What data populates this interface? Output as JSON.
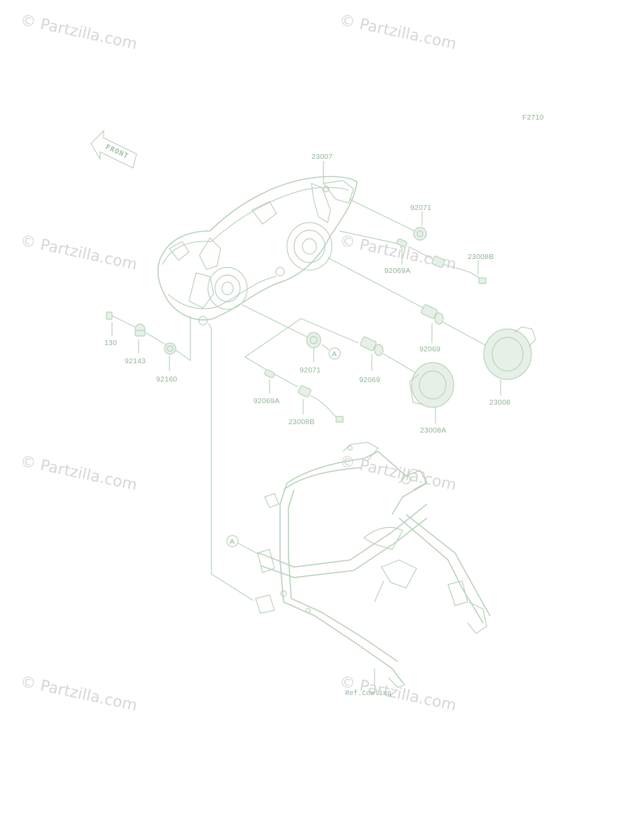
{
  "diagram": {
    "figure_code": "F2710",
    "front_label": "FRONT",
    "watermark_text": "© Partzilla.com",
    "callout_letter": "A",
    "reference_note": "Ref.Cowling",
    "parts": {
      "p23007": "23007",
      "p92071_top": "92071",
      "p92069a_top": "92069A",
      "p23008b_top": "23008B",
      "p130": "130",
      "p92143": "92143",
      "p92160": "92160",
      "p92071_mid": "92071",
      "p92069_right": "92069",
      "p92069_mid": "92069",
      "p23008": "23008",
      "p92069a_low": "92069A",
      "p23008b_low": "23008B",
      "p23008a": "23008A"
    }
  },
  "colors": {
    "line_art": "#b7d3b9",
    "label_text": "#8fb593",
    "watermark": "#d6d6d6"
  }
}
